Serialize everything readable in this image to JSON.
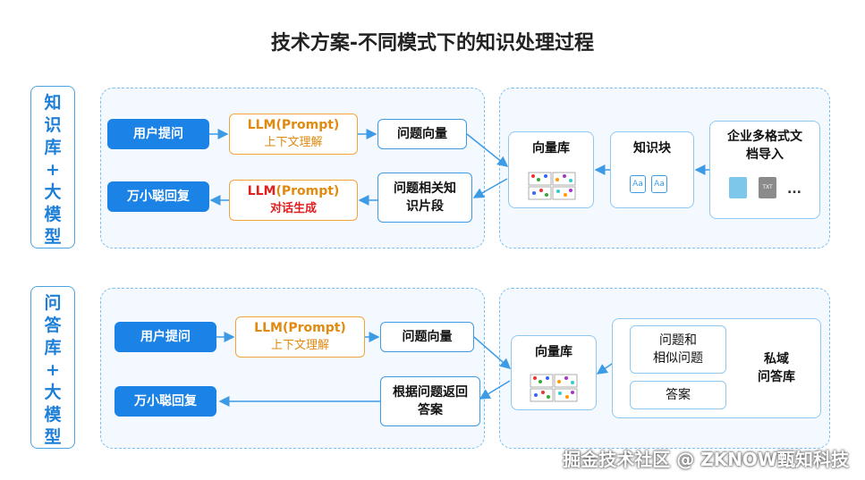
{
  "title": "技术方案-不同模式下的知识处理过程",
  "section1": {
    "side_chars": [
      "知",
      "识",
      "库",
      "+",
      "大",
      "模",
      "型"
    ],
    "user_question": "用户提问",
    "llm1_title": "LLM(Prompt)",
    "llm1_sub": "上下文理解",
    "question_vector": "问题向量",
    "answer": "万小聪回复",
    "llm2_prefix": "LLM",
    "llm2_title": "(Prompt)",
    "llm2_sub": "对话生成",
    "related_fragments": "问题相关知\n识片段",
    "vector_db": "向量库",
    "knowledge_block": "知识块",
    "import_docs": "企业多格式文\n档导入",
    "ellipsis": "...",
    "doc_icon_labels": [
      "Aa",
      "Aa"
    ],
    "file_labels": [
      "",
      "TXT"
    ]
  },
  "section2": {
    "side_chars": [
      "问",
      "答",
      "库",
      "+",
      "大",
      "模",
      "型"
    ],
    "user_question": "用户提问",
    "llm_title": "LLM(Prompt)",
    "llm_sub": "上下文理解",
    "question_vector": "问题向量",
    "answer": "万小聪回复",
    "return_answer": "根据问题返回\n答案",
    "vector_db": "向量库",
    "similar_questions": "问题和\n相似问题",
    "answers": "答案",
    "private_qa": "私域\n问答库"
  },
  "watermark": "掘金技术社区 @ ZKNOW甄知科技",
  "colors": {
    "accent": "#1b82e6",
    "orange": "#f3a53a",
    "red": "#e02020",
    "panel": "#f3f9ff"
  }
}
